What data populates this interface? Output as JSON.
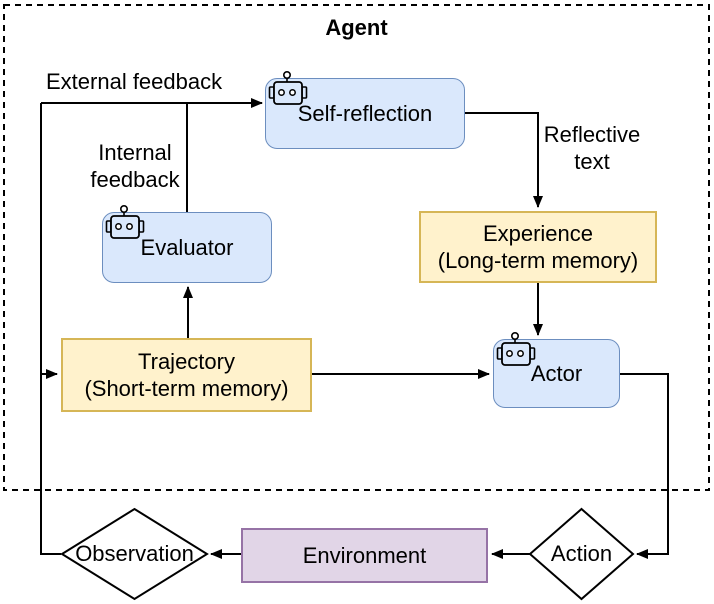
{
  "agent_container": {
    "title": "Agent"
  },
  "nodes": {
    "self_reflection": {
      "label": "Self-reflection"
    },
    "evaluator": {
      "label": "Evaluator"
    },
    "experience": {
      "line1": "Experience",
      "line2": "(Long-term memory)"
    },
    "trajectory": {
      "line1": "Trajectory",
      "line2": "(Short-term memory)"
    },
    "actor": {
      "label": "Actor"
    },
    "environment": {
      "label": "Environment"
    },
    "observation": {
      "label": "Observation"
    },
    "action": {
      "label": "Action"
    }
  },
  "edge_labels": {
    "external_feedback": "External feedback",
    "internal_feedback": {
      "line1": "Internal",
      "line2": "feedback"
    },
    "reflective_text": {
      "line1": "Reflective",
      "line2": "text"
    }
  },
  "icons": {
    "robot": "robot-icon"
  },
  "colors": {
    "llm_node_fill": "#dae8fc",
    "llm_node_border": "#6c8ebf",
    "memory_node_fill": "#fff2cc",
    "memory_node_border": "#d6b656",
    "environment_fill": "#e1d5e7",
    "environment_border": "#9673a6",
    "diamond_fill": "#ffffff",
    "line_color": "#000000",
    "text_color": "#000000"
  }
}
